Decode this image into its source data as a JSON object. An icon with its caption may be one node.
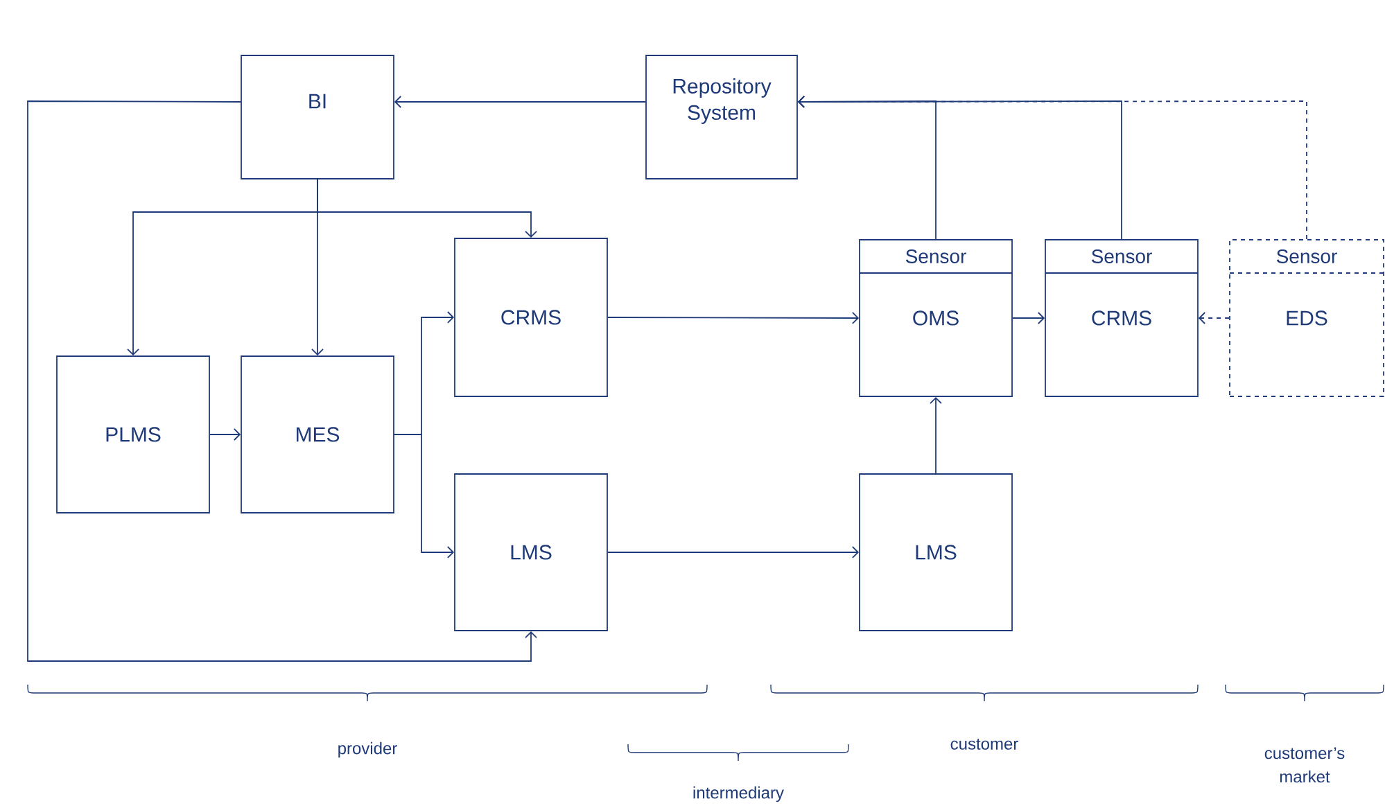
{
  "diagram": {
    "nodes": [
      {
        "text": [
          "BI"
        ]
      },
      {
        "text": [
          "Repository System"
        ]
      },
      {
        "text": [
          "CRMS"
        ]
      },
      {
        "text": [
          "PLMS"
        ]
      },
      {
        "text": [
          "MES"
        ]
      },
      {
        "text": [
          "LMS"
        ]
      },
      {
        "text": [
          "Sensor",
          "OMS"
        ]
      },
      {
        "text": [
          "Sensor",
          "CRMS"
        ]
      },
      {
        "text": [
          "Sensor",
          "EDS"
        ]
      },
      {
        "text": [
          "LMS"
        ]
      }
    ],
    "edges": [
      {
        "from": 1,
        "to": 0,
        "arrow": "to"
      },
      {
        "from": 0,
        "to": 3,
        "arrow": "to"
      },
      {
        "from": 0,
        "to": 4,
        "arrow": "to"
      },
      {
        "from": 0,
        "to": 2,
        "arrow": "to"
      },
      {
        "from": 3,
        "to": 4,
        "arrow": "to"
      },
      {
        "from": 4,
        "to": 2,
        "arrow": "to"
      },
      {
        "from": 4,
        "to": 5,
        "arrow": "to"
      },
      {
        "from": 0,
        "to": 5,
        "arrow": "to"
      },
      {
        "from": 2,
        "to": 6,
        "arrow": "to"
      },
      {
        "from": 5,
        "to": 9,
        "arrow": "to"
      },
      {
        "from": 9,
        "to": 6,
        "arrow": "to"
      },
      {
        "from": 6,
        "to": 7,
        "arrow": "to"
      },
      {
        "from": 8,
        "to": 7,
        "arrow": "to",
        "style": "dashed"
      },
      {
        "from": 6,
        "to": 1,
        "arrow": "to"
      },
      {
        "from": 7,
        "to": 1,
        "arrow": "to"
      },
      {
        "from": 8,
        "to": 1,
        "arrow": "to",
        "style": "dashed"
      }
    ],
    "labels": [
      "provider",
      "intermediary",
      "customer",
      "customer’s market"
    ]
  }
}
